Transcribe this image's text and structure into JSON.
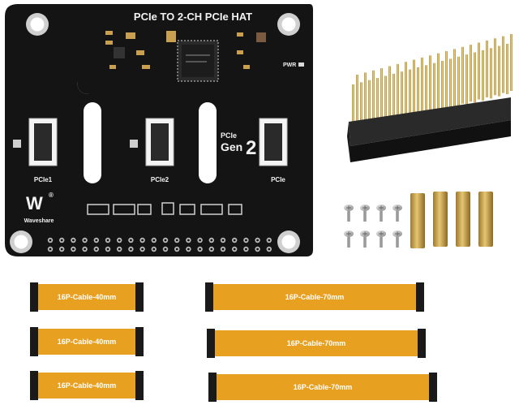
{
  "board": {
    "title": "PCIe TO 2-CH PCIe HAT",
    "port_labels": [
      "PCIe1",
      "PCIe2",
      "PCIe"
    ],
    "gen_label_top": "PCIe",
    "gen_label_main": "Gen",
    "gen_label_num": "2",
    "pwr_label": "PWR",
    "brand": "Waveshare",
    "brand_mark": "W",
    "registered": "®"
  },
  "cables": {
    "short_label": "16P-Cable-40mm",
    "long_label": "16P-Cable-70mm"
  },
  "colors": {
    "pcb": "#141414",
    "cable": "#e8a020",
    "cable_end": "#1a1a1a",
    "brass": "#c9a24a",
    "pin": "#d4b15a"
  }
}
